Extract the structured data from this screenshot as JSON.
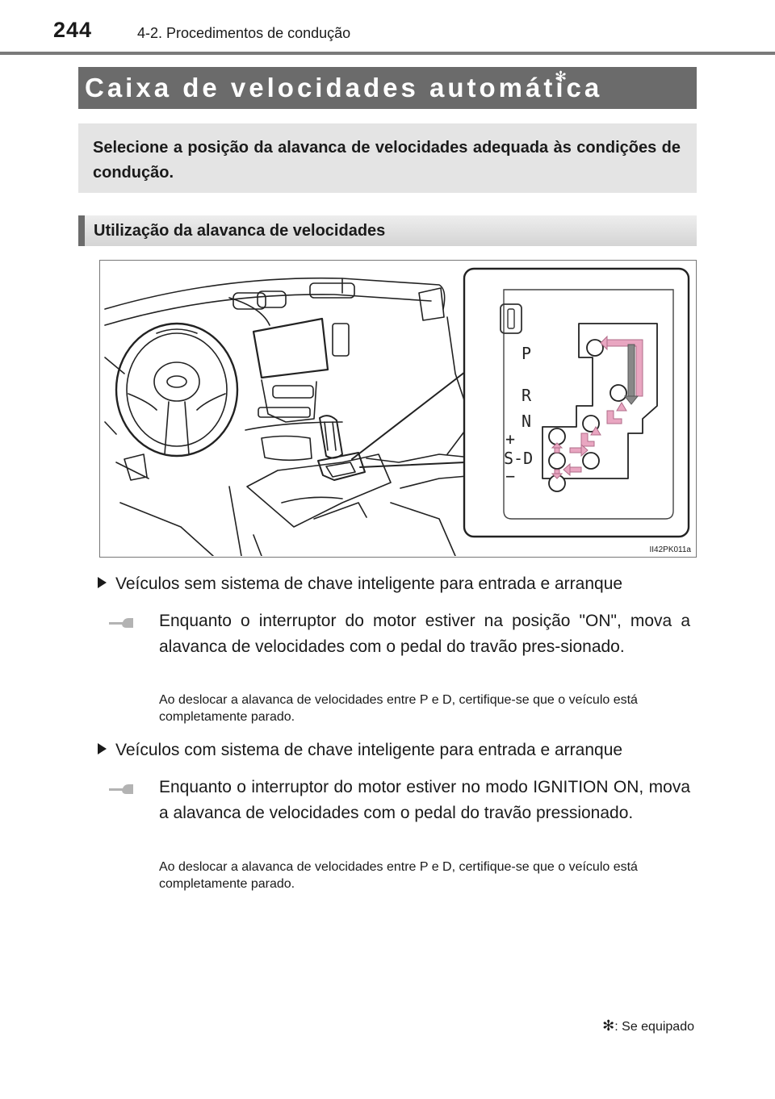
{
  "header": {
    "page_number": "244",
    "section": "4-2. Procedimentos de condução"
  },
  "title": {
    "text": "Caixa de velocidades automática",
    "star": "✻"
  },
  "summary": "Selecione a posição da alavanca de velocidades adequada às condições de condução.",
  "subheading": "Utilização da alavanca de velocidades",
  "figure": {
    "code": "II42PK011a",
    "shift_positions": [
      "P",
      "R",
      "N",
      "+",
      "S-D",
      "−"
    ],
    "arrow_color": "#e9a6c1"
  },
  "sections": [
    {
      "heading": "Veículos sem sistema de chave inteligente para entrada e arranque",
      "step": "Enquanto o interruptor do motor estiver na posição \"ON\", mova a alavanca de velocidades com o pedal do travão pressionado.",
      "step_display": "Enquanto o interruptor do motor estiver na posição \"ON\", mova a alavanca de velocidades com o pedal do travão pres-sionado.",
      "note": "Ao deslocar a alavanca de velocidades entre P e D, certifique-se que o veículo está completamente parado."
    },
    {
      "heading": "Veículos com sistema de chave inteligente para entrada e arranque",
      "step": "Enquanto o interruptor do motor estiver no modo IGNITION ON, mova a alavanca de velocidades com o pedal do travão pressionado.",
      "step_display": "Enquanto o interruptor do motor estiver no modo IGNITION ON, mova a alavanca de velocidades com o pedal do travão pressionado.",
      "note": "Ao deslocar a alavanca de velocidades entre P e D, certifique-se que o veículo está completamente parado."
    }
  ],
  "footnote": {
    "star": "✻",
    "text": ": Se equipado"
  },
  "icons": [
    "triangle-bullet-icon",
    "pointing-hand-icon"
  ]
}
